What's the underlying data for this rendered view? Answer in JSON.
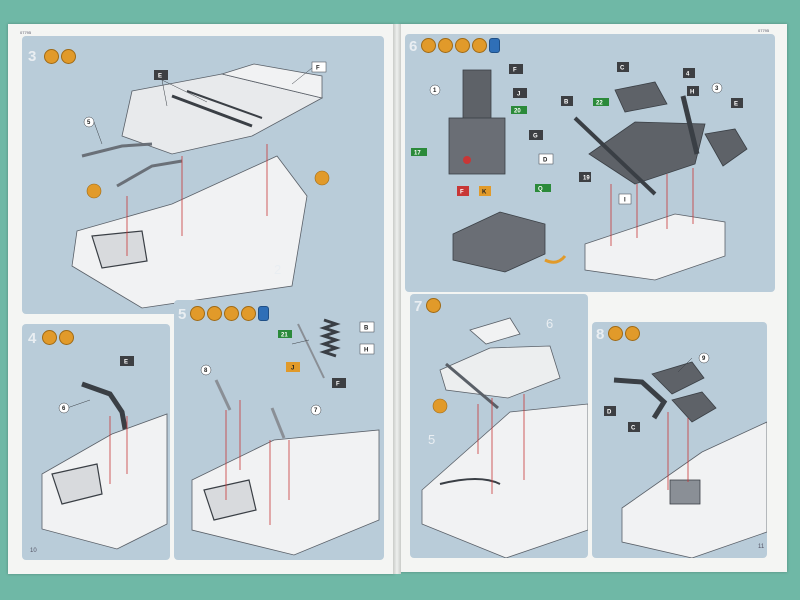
{
  "document": {
    "header_codes": {
      "left": "07795",
      "right": "07795"
    },
    "page_numbers": {
      "left": "10",
      "right": "11"
    },
    "steps": [
      {
        "number": "3",
        "labels": [
          "E",
          "F",
          "5",
          "2"
        ]
      },
      {
        "number": "4",
        "labels": [
          "E",
          "6"
        ]
      },
      {
        "number": "5",
        "labels": [
          "B",
          "H",
          "F",
          "J",
          "21",
          "8",
          "7"
        ]
      },
      {
        "number": "6",
        "labels": [
          "G",
          "F",
          "1",
          "J",
          "20",
          "17",
          "D",
          "B",
          "22",
          "3",
          "4",
          "C",
          "E",
          "F",
          "K",
          "Q",
          "19",
          "I",
          "H"
        ]
      },
      {
        "number": "7",
        "labels": [
          "6",
          "5"
        ]
      },
      {
        "number": "8",
        "labels": [
          "9",
          "D",
          "C"
        ]
      }
    ]
  }
}
